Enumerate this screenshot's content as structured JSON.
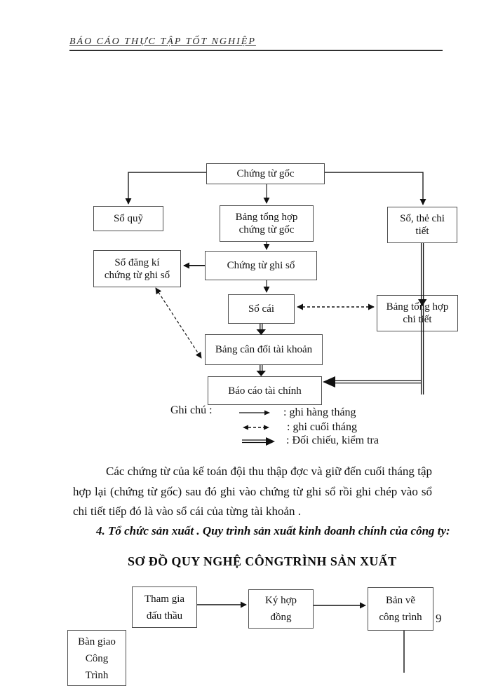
{
  "header": {
    "title": "BÁO CÁO THỰC TẬP TỐT NGHIỆP"
  },
  "page": {
    "number": "9"
  },
  "accounting_diagram": {
    "boxes": {
      "chung_tu_goc": "Chứng từ gốc",
      "so_quy": "Sổ quỹ",
      "bang_tong_hop_chung_tu_goc": "Bảng tổng hợp\nchứng từ gốc",
      "so_the_chi_tiet": "Sổ, thẻ chi\ntiết",
      "so_dang_ki": "Sổ đăng kí\nchứng từ ghi sổ",
      "chung_tu_ghi_so": "Chứng từ ghi sổ",
      "so_cai": "Sổ cái",
      "bang_tong_hop_chi_tiet": "Bảng tổng hợp\nchi tiết",
      "bang_can_doi": "Bảng cân đối tài khoản",
      "bao_cao": "Báo cáo tài chính"
    },
    "legend": {
      "title": "Ghi chú :",
      "items": [
        {
          "icon": "solid-arrow",
          "label": ": ghi hàng tháng"
        },
        {
          "icon": "dashed-double-arrow",
          "label": ": ghi cuối tháng"
        },
        {
          "icon": "double-line-arrow",
          "label": ": Đối chiếu, kiểm tra"
        }
      ]
    }
  },
  "paragraph": "Các chứng từ của kế toán đội thu thập đợc   và giữ đến cuối tháng tập hợp lại (chứng từ gốc) sau đó ghi vào chứng từ ghi sổ rồi ghi chép vào sổ chi tiết tiếp đó là vào sổ cái của từng tài khoản .",
  "section_heading": "4.  Tổ chức sản xuất . Quy trình sản xuất kinh doanh chính của công ty:",
  "sub_heading": "SƠ ĐỒ QUY NGHỆ CÔNGTRÌNH SẢN XUẤT",
  "production_diagram": {
    "boxes": {
      "tham_gia_dau_thau": "Tham gia\nđấu thầu",
      "ky_hop_dong": "Ký hợp\nđồng",
      "ban_ve_cong_trinh": "Bản vẽ\ncông trình",
      "ban_giao_cong_trinh": "Bàn giao\nCông\nTrình"
    }
  },
  "colors": {
    "ink": "#1a1a1a",
    "box_border": "#4f4f4f"
  }
}
